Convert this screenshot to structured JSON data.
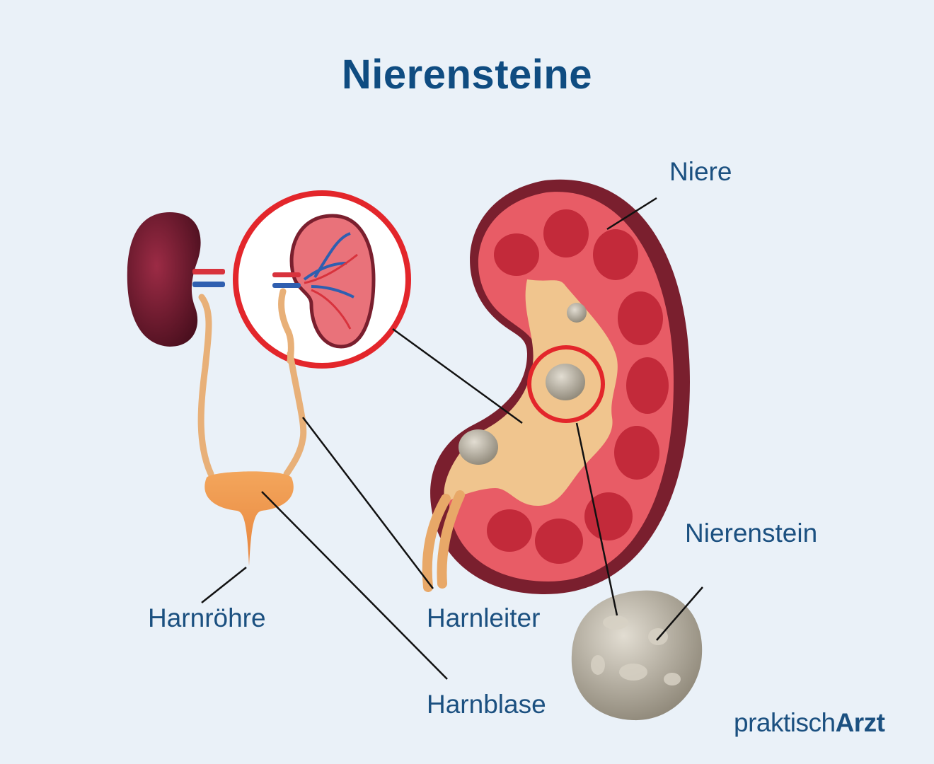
{
  "title": "Nierensteine",
  "labels": {
    "niere": "Niere",
    "nierenstein": "Nierenstein",
    "harnroehre": "Harnröhre",
    "harnleiter": "Harnleiter",
    "harnblase": "Harnblase"
  },
  "logo": {
    "part1": "praktisch",
    "part2": "Arzt"
  },
  "colors": {
    "background": "#eaf1f8",
    "title": "#0f4c81",
    "label": "#1b5080",
    "highlight": "#e3262b",
    "kidney_outer": "#7a1f2e",
    "kidney_tissue": "#e85c66",
    "pelvis": "#f0c58e",
    "stone": "#b8b2a4"
  }
}
